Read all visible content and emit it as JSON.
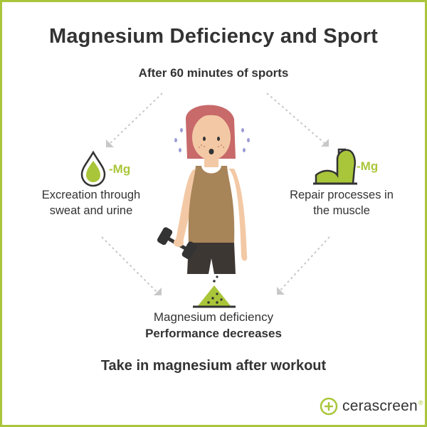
{
  "title": "Magnesium Deficiency and Sport",
  "subtitle": "After 60 minutes of sports",
  "left": {
    "mg_label": "-Mg",
    "line1": "Excreation through",
    "line2": "sweat and urine"
  },
  "right": {
    "mg_label": "-Mg",
    "line1": "Repair processes in",
    "line2": "the muscle"
  },
  "bottom": {
    "line1": "Magnesium deficiency",
    "line2": "Performance decreases"
  },
  "cta": "Take in magnesium after workout",
  "brand": {
    "name": "cerascreen",
    "reg": "®"
  },
  "colors": {
    "accent": "#a9c63a",
    "text": "#333333",
    "hair": "#c8696a",
    "skin": "#f3c9a5",
    "top": "#a88459",
    "shorts": "#3d3734",
    "dumbbell": "#333333",
    "sweat": "#9b9bd6",
    "arrow": "#c8c8c8"
  },
  "icons": {
    "drop": "droplet-icon",
    "muscle": "flexed-arm-icon",
    "pile": "powder-pile-icon",
    "logo": "plus-circle-icon"
  }
}
